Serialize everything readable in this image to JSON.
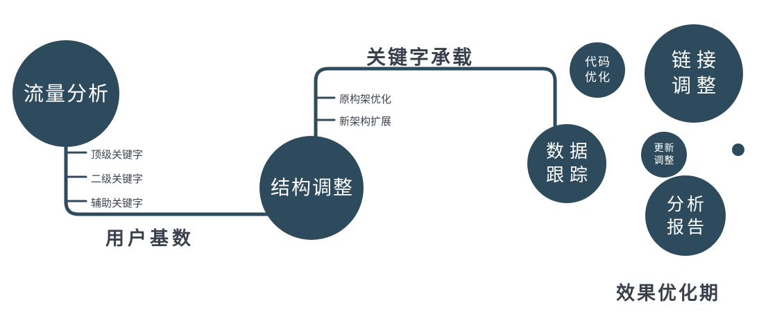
{
  "theme": {
    "node_color": "#2e4b5e",
    "line_color": "#2e4b5e",
    "label_color": "#39404c",
    "node_text_color": "#ffffff",
    "background": "#ffffff"
  },
  "nodes": {
    "traffic_analysis": {
      "label": "流量分析"
    },
    "structure_adjust": {
      "label": "结构调整"
    },
    "data_tracking": {
      "line1": "数据",
      "line2": "跟踪"
    },
    "code_optimization": {
      "line1": "代码",
      "line2": "优化"
    },
    "link_adjust": {
      "line1": "链接",
      "line2": "调整"
    },
    "update_adjust": {
      "line1": "更新",
      "line2": "调整"
    },
    "analysis_report": {
      "line1": "分析",
      "line2": "报告"
    }
  },
  "edge_labels": {
    "user_base": "用户基数",
    "keyword_bearing": "关键字承载",
    "effect_phase": "效果优化期"
  },
  "branches": {
    "traffic": [
      "顶级关键字",
      "二级关键字",
      "辅助关键字"
    ],
    "structure": [
      "原构架优化",
      "新架构扩展"
    ]
  }
}
